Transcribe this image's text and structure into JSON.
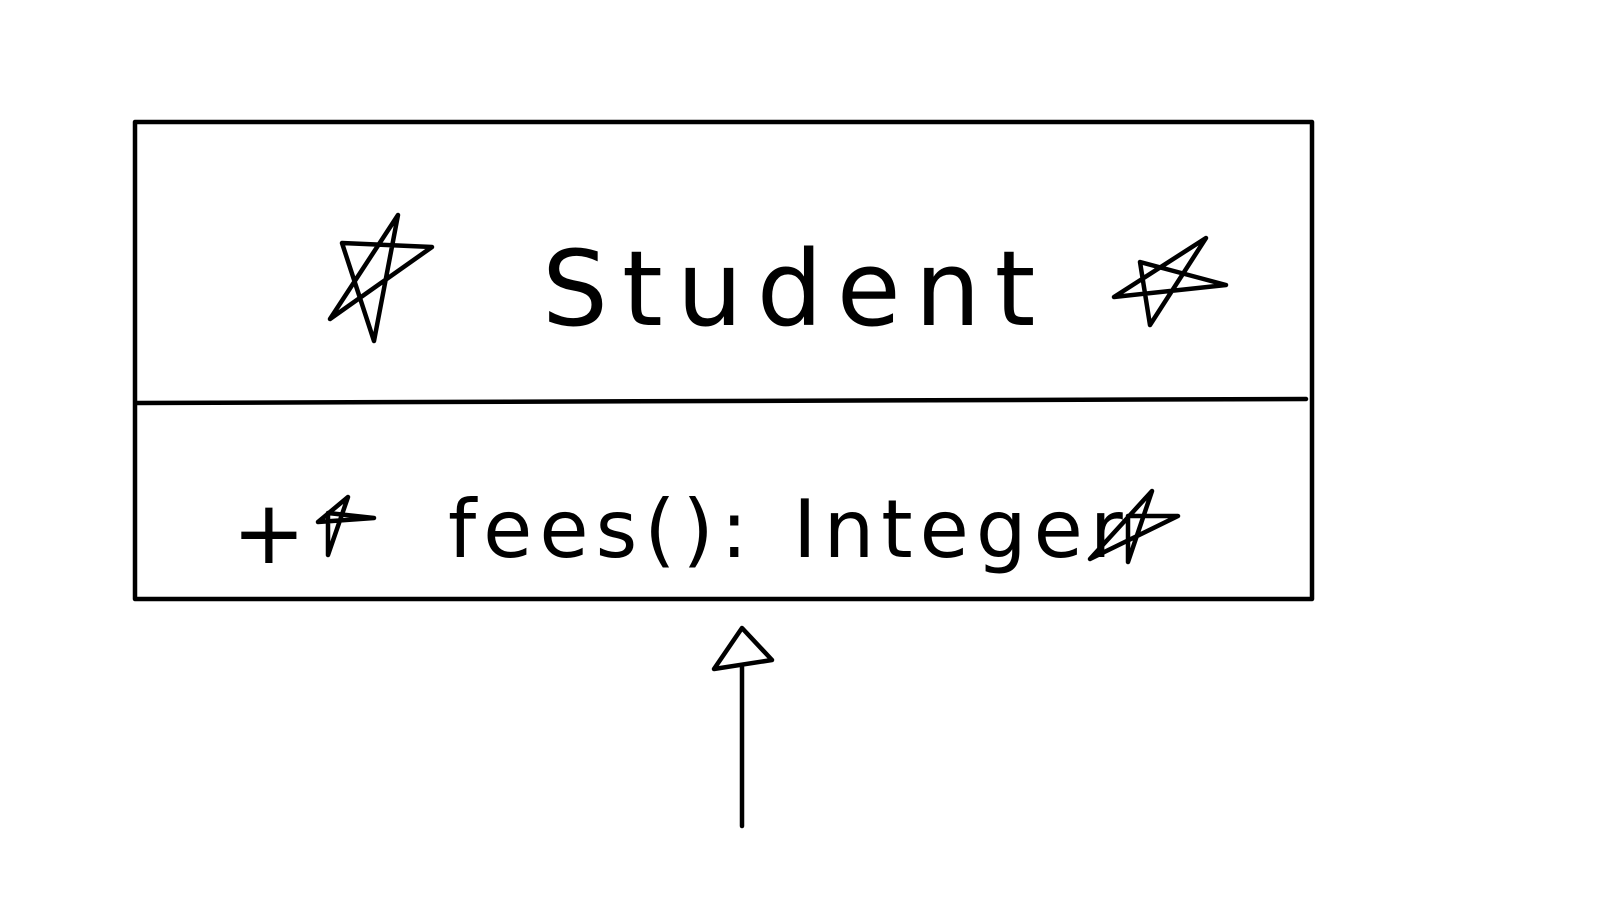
{
  "diagram": {
    "type": "uml-class",
    "class_name": "Student",
    "class_name_is_abstract": true,
    "operations": [
      {
        "visibility": "+",
        "abstract": true,
        "signature": "fees():",
        "return_type": "Integer"
      }
    ],
    "relationship": {
      "kind": "generalization",
      "arrow_head": "hollow-triangle",
      "direction": "up"
    },
    "colors": {
      "background": "#ffffff",
      "ink": "#000000"
    }
  }
}
